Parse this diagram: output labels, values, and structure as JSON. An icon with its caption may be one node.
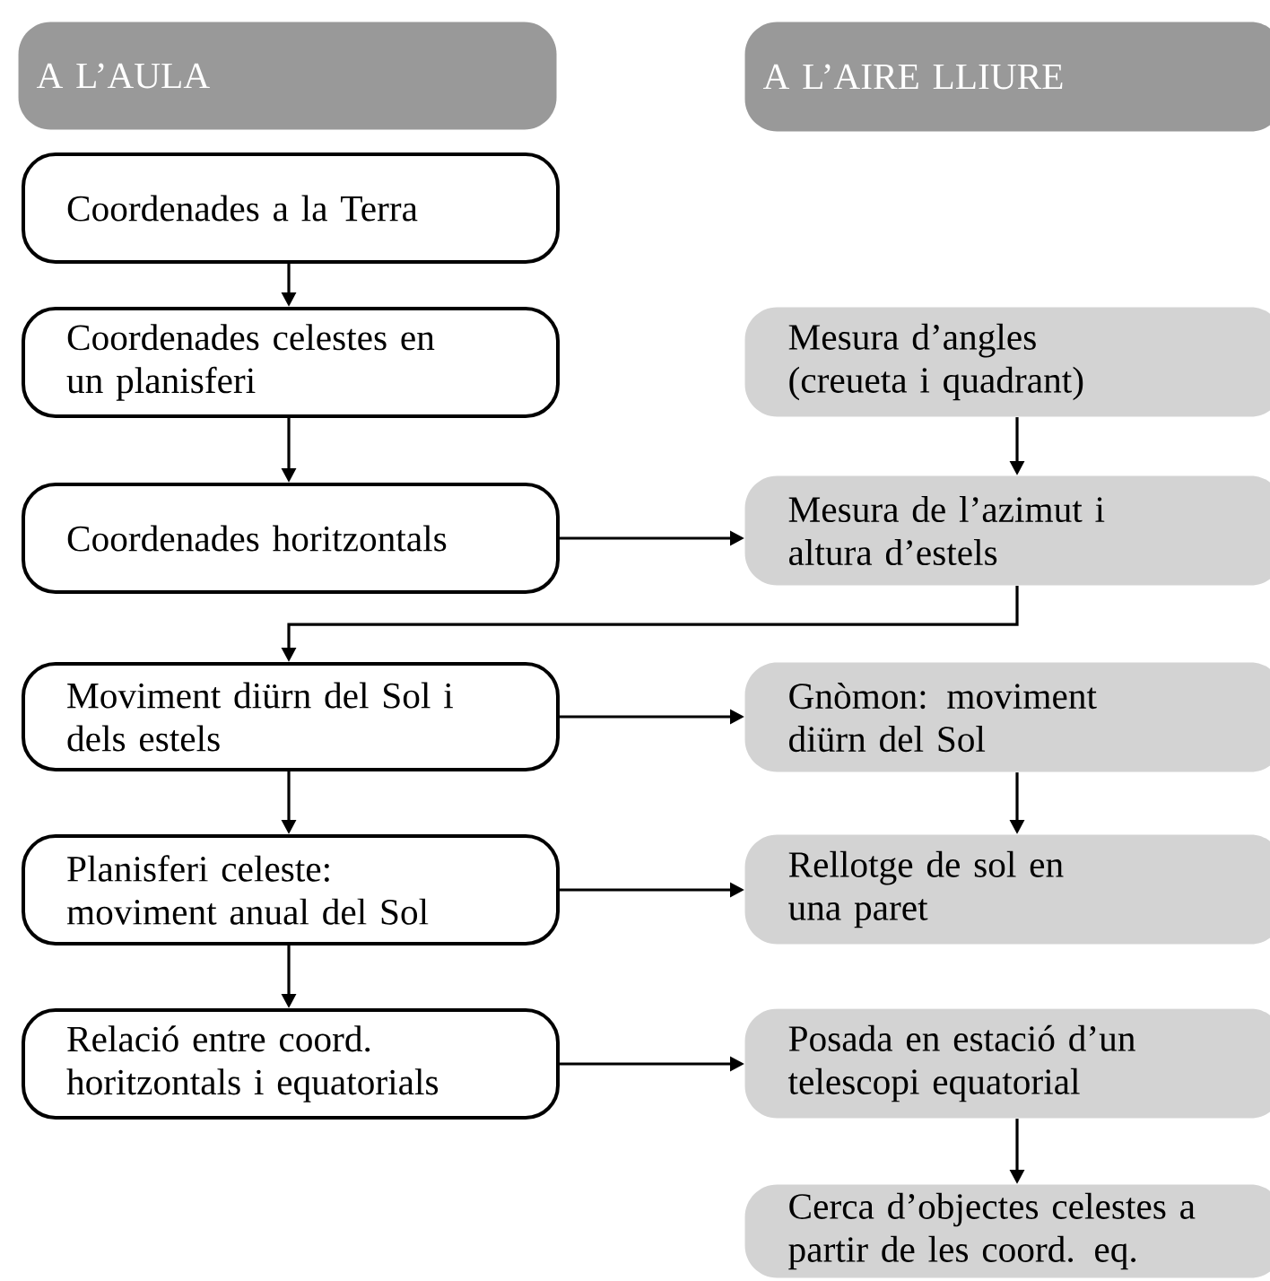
{
  "diagram": {
    "nodes": [
      {
        "text": [
          "A L’AULA"
        ]
      },
      {
        "text": [
          "A L’AIRE LLIURE"
        ]
      },
      {
        "text": [
          "Coordenades a la Terra"
        ]
      },
      {
        "text": [
          "Coordenades celestes en un planisferi"
        ]
      },
      {
        "text": [
          "Mesura d’angles (creueta i quadrant)"
        ]
      },
      {
        "text": [
          "Coordenades horitzontals"
        ]
      },
      {
        "text": [
          "Mesura de l’azimut i altura d’estels"
        ]
      },
      {
        "text": [
          "Moviment diürn del Sol i dels estels"
        ]
      },
      {
        "text": [
          "Gnòmon: moviment diürn del Sol"
        ]
      },
      {
        "text": [
          "Planisferi celeste: moviment anual del Sol"
        ]
      },
      {
        "text": [
          "Rellotge de sol en una paret"
        ]
      },
      {
        "text": [
          "Relació entre coord. horitzontals i equatorials"
        ]
      },
      {
        "text": [
          "Posada en estació d’un telescopi equatorial"
        ]
      },
      {
        "text": [
          "Cerca d’objectes celestes a partir de les coord. eq."
        ]
      }
    ],
    "edges": [
      {
        "from": 2,
        "to": 3,
        "arrow": "to"
      },
      {
        "from": 3,
        "to": 5,
        "arrow": "to"
      },
      {
        "from": 4,
        "to": 6,
        "arrow": "to"
      },
      {
        "from": 5,
        "to": 6,
        "arrow": "to"
      },
      {
        "from": 6,
        "to": 7,
        "arrow": "to"
      },
      {
        "from": 7,
        "to": 8,
        "arrow": "to"
      },
      {
        "from": 7,
        "to": 9,
        "arrow": "to"
      },
      {
        "from": 8,
        "to": 10,
        "arrow": "to"
      },
      {
        "from": 9,
        "to": 10,
        "arrow": "to"
      },
      {
        "from": 9,
        "to": 11,
        "arrow": "to"
      },
      {
        "from": 11,
        "to": 12,
        "arrow": "to"
      },
      {
        "from": 12,
        "to": 13,
        "arrow": "to"
      }
    ]
  }
}
